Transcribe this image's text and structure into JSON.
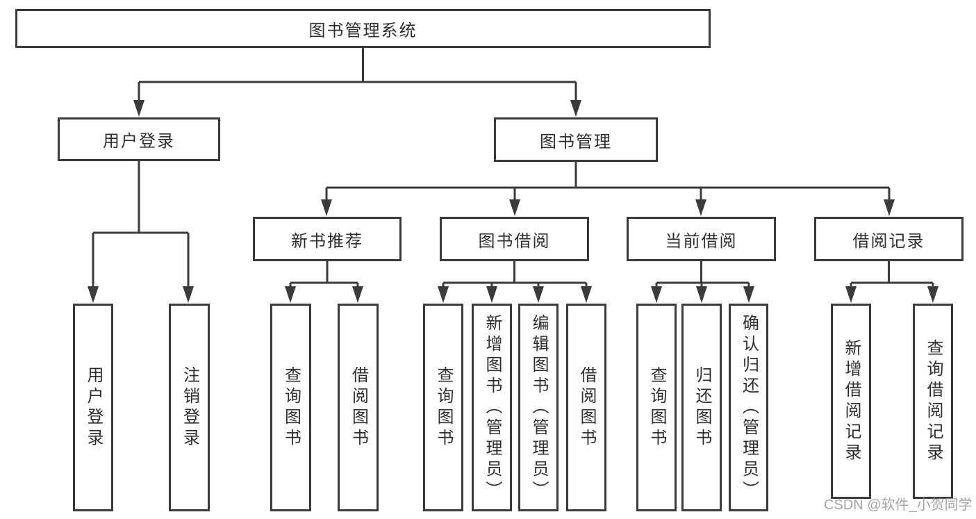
{
  "tree": {
    "label": "图书管理系统",
    "children": [
      {
        "label": "用户登录",
        "children": [
          {
            "label": "用户登录"
          },
          {
            "label": "注销登录"
          }
        ]
      },
      {
        "label": "图书管理",
        "children": [
          {
            "label": "新书推荐",
            "children": [
              {
                "label": "查询图书"
              },
              {
                "label": "借阅图书"
              }
            ]
          },
          {
            "label": "图书借阅",
            "children": [
              {
                "label": "查询图书"
              },
              {
                "label": "新增图书（管理员）"
              },
              {
                "label": "编辑图书（管理员）"
              },
              {
                "label": "借阅图书"
              }
            ]
          },
          {
            "label": "当前借阅",
            "children": [
              {
                "label": "查询图书"
              },
              {
                "label": "归还图书"
              },
              {
                "label": "确认归还（管理员）"
              }
            ]
          },
          {
            "label": "借阅记录",
            "children": [
              {
                "label": "新增借阅记录"
              },
              {
                "label": "查询借阅记录"
              }
            ]
          }
        ]
      }
    ]
  },
  "watermark": {
    "text": "CSDN @软件_小贺同学"
  },
  "colors": {
    "line": "#3b3b3b",
    "text": "#2f2f2f",
    "background": "#ffffff",
    "watermark": "#9b9b9b"
  }
}
